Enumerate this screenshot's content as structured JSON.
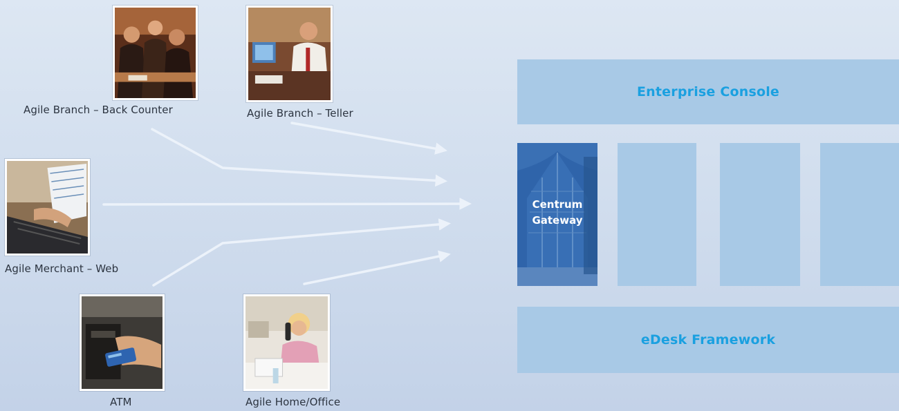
{
  "sources": {
    "back_counter": {
      "caption": "Agile Branch – Back Counter"
    },
    "teller": {
      "caption": "Agile Branch – Teller"
    },
    "merchant_web": {
      "caption": "Agile Merchant – Web"
    },
    "atm": {
      "caption": "ATM"
    },
    "home_office": {
      "caption": "Agile Home/Office"
    }
  },
  "platform": {
    "top_bar": "Enterprise Console",
    "bottom_bar": "eDesk Framework",
    "gateway": {
      "line1": "Centrum",
      "line2": "Gateway"
    }
  },
  "colors": {
    "background": "#d6e2f0",
    "panel": "#a8c9e6",
    "panel_text": "#1aa0e0",
    "gateway": "#2e63a8",
    "arrow": "#eef4fb"
  },
  "icons": [
    "back-counter-photo",
    "teller-photo",
    "merchant-web-photo",
    "atm-photo",
    "home-office-photo",
    "chapel-photo"
  ]
}
